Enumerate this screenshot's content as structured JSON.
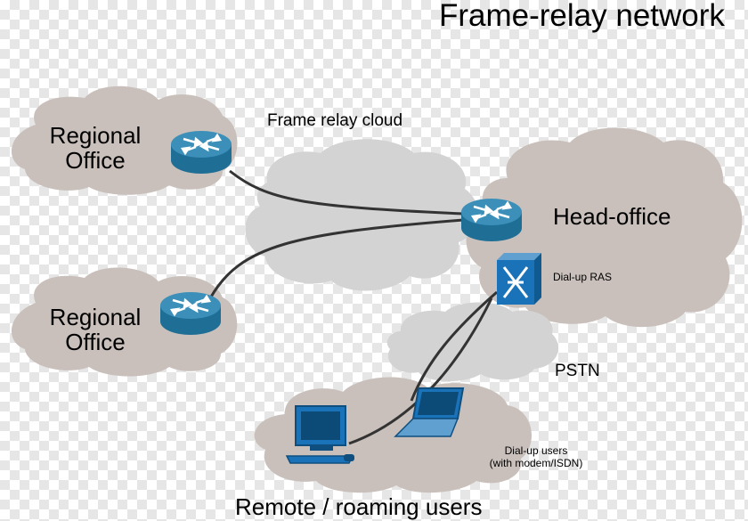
{
  "title": "Frame-relay network",
  "frame_relay_cloud_label": "Frame relay cloud",
  "regional_office_top": {
    "line1": "Regional",
    "line2": "Office"
  },
  "regional_office_bottom": {
    "line1": "Regional",
    "line2": "Office"
  },
  "head_office_label": "Head-office",
  "dialup_ras_label": "Dial-up RAS",
  "pstn_label": "PSTN",
  "dialup_users": {
    "line1": "Dial-up users",
    "line2": "(with modem/ISDN)"
  },
  "remote_users_label": "Remote / roaming users",
  "colors": {
    "site_cloud": "#c9c0bb",
    "network_cloud": "#d3d3d3",
    "router": "#1e6e96",
    "device": "#1a73b8",
    "link": "#333333"
  },
  "icons": [
    "router-icon",
    "ras-switch-icon",
    "desktop-computer-icon",
    "laptop-icon"
  ]
}
